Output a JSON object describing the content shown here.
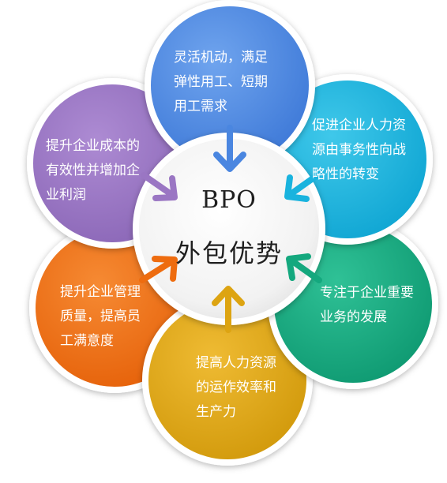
{
  "center": {
    "line1": "BPO",
    "line2": "外包优势"
  },
  "petals": [
    {
      "id": "flexible",
      "color": "#4a86e0",
      "color_light": "#6fa4ee",
      "lines": [
        "灵活机动，满足",
        "弹性用工、短期",
        "用工需求"
      ]
    },
    {
      "id": "strategic",
      "color": "#19b3de",
      "color_light": "#3fc8ea",
      "lines": [
        "促进企业人力资",
        "源由事务性向战",
        "略性的转变"
      ]
    },
    {
      "id": "focus",
      "color": "#14a87e",
      "color_light": "#2fc196",
      "lines": [
        "专注于企业重要",
        "业务的发展"
      ]
    },
    {
      "id": "efficiency",
      "color": "#dda412",
      "color_light": "#efbb33",
      "lines": [
        "提高人力资源",
        "的运作效率和",
        "生产力"
      ]
    },
    {
      "id": "quality",
      "color": "#ee6c0f",
      "color_light": "#f68a33",
      "lines": [
        "提升企业管理",
        "质量，提高员",
        "工满意度"
      ]
    },
    {
      "id": "profit",
      "color": "#9a76c3",
      "color_light": "#ad8bd3",
      "lines": [
        "提升企业成本的",
        "有效性并增加企",
        "业利润"
      ]
    }
  ]
}
